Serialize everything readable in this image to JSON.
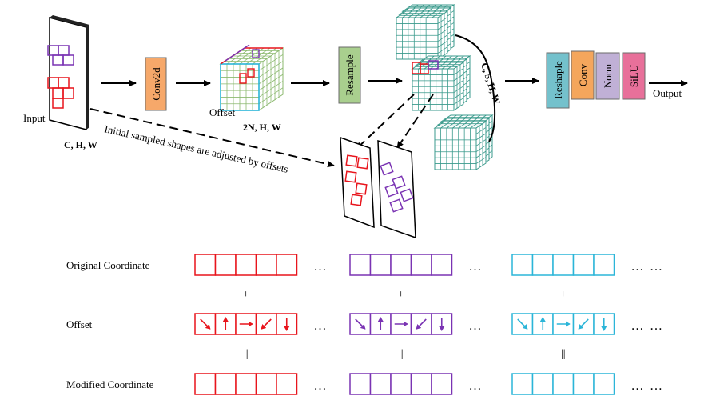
{
  "labels": {
    "input": "Input",
    "input_dims": "C, H, W",
    "conv2d": "Conv2d",
    "offset": "Offset",
    "offset_dims": "2N, H, W",
    "resample": "Resample",
    "stack_dims": "C, 5, H, W",
    "reshape": "Reshaple",
    "conv": "Conv",
    "norm": "Norm",
    "silu": "SiLU",
    "output": "Output",
    "dashed_caption": "Initial sampled shapes are adjusted by offsets"
  },
  "rows": [
    {
      "label": "Original Coordinate",
      "kind": "plain"
    },
    {
      "label": "Offset",
      "kind": "arrows"
    },
    {
      "label": "Modified Coordinate",
      "kind": "plain"
    }
  ],
  "operators": {
    "plus": "+",
    "equals": "||",
    "ellipsis": "…"
  },
  "offset_arrow_directions": [
    "down-right",
    "up",
    "right",
    "down-left",
    "down"
  ],
  "colors": {
    "red": "#e8141c",
    "purple": "#7a33b3",
    "cyan": "#2bb5d8",
    "grid_green": "#3a9a8c",
    "conv2d_fill": "#f6a86a",
    "resample_fill": "#a9cf8e",
    "reshape_fill": "#74c1cc",
    "conv_fill": "#f4a65c",
    "norm_fill": "#c0b0d6",
    "silu_fill": "#e8709a"
  }
}
